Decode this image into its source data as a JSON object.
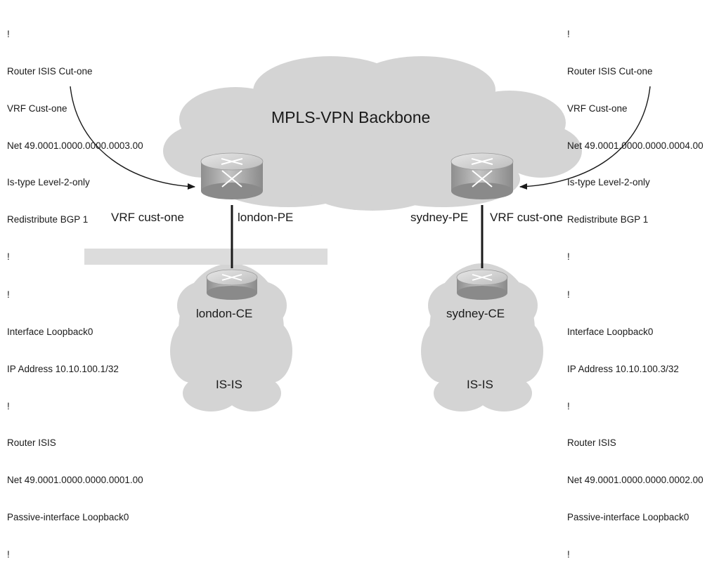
{
  "backbone_title": "MPLS-VPN Backbone",
  "left_pe_config": [
    "!",
    "Router ISIS Cut-one",
    "VRF Cust-one",
    "Net 49.0001.0000.0000.0003.00",
    "Is-type Level-2-only",
    "Redistribute BGP 1",
    "!"
  ],
  "right_pe_config": [
    "!",
    "Router ISIS Cut-one",
    "VRF Cust-one",
    "Net 49.0001.0000.0000.0004.00",
    "Is-type Level-2-only",
    "Redistribute BGP 1",
    "!"
  ],
  "left_ce_config": [
    "!",
    "Interface Loopback0",
    "IP Address 10.10.100.1/32",
    "!",
    "Router ISIS",
    "Net 49.0001.0000.0000.0001.00",
    "Passive-interface Loopback0",
    "!"
  ],
  "right_ce_config": [
    "!",
    "Interface Loopback0",
    "IP Address 10.10.100.3/32",
    "!",
    "Router ISIS",
    "Net 49.0001.0000.0000.0002.00",
    "Passive-interface Loopback0",
    "!"
  ],
  "london_pe": {
    "vrf_label": "VRF cust-one",
    "name": "london-PE"
  },
  "sydney_pe": {
    "name": "sydney-PE",
    "vrf_label": "VRF cust-one"
  },
  "london_ce": {
    "name": "london-CE",
    "cloud_label": "IS-IS"
  },
  "sydney_ce": {
    "name": "sydney-CE",
    "cloud_label": "IS-IS"
  },
  "colors": {
    "cloud": "#d4d4d4",
    "router_top": "#d0d0d0",
    "router_body": "#a6a6a6",
    "highlight_bar": "#dcdcdc",
    "line": "#1a1a1a"
  }
}
